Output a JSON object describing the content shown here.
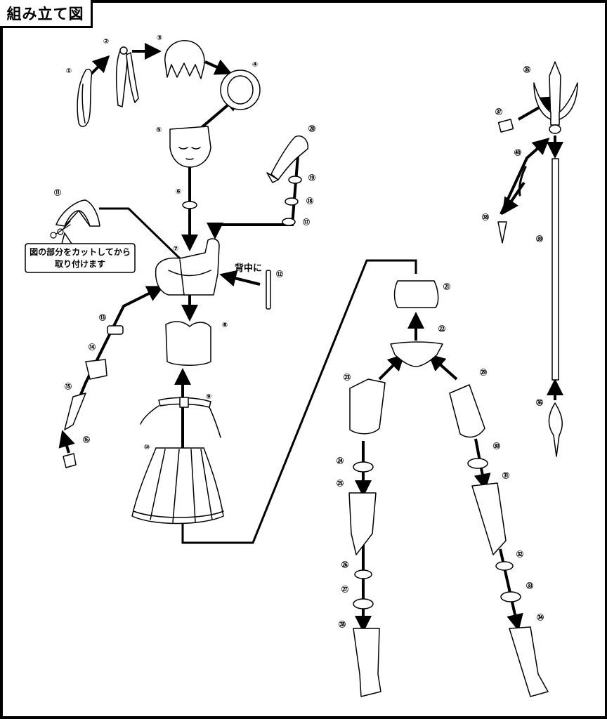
{
  "title": "組み立て図",
  "callout": {
    "line1": "図の部分をカットしてから",
    "line2": "取り付けます"
  },
  "back_label": "背中に",
  "part_numbers": {
    "p1": "①",
    "p2": "②",
    "p3": "③",
    "p4": "④",
    "p5": "⑤",
    "p6": "⑥",
    "p7": "⑦",
    "p8": "⑧",
    "p9": "⑨",
    "p10": "⑩",
    "p11": "⑪",
    "p12": "⑫",
    "p13": "⑬",
    "p14": "⑭",
    "p15": "⑮",
    "p16": "⑯",
    "p17": "⑰",
    "p18": "⑱",
    "p19": "⑲",
    "p20": "⑳",
    "p21": "㉑",
    "p22": "㉒",
    "p23": "㉓",
    "p24": "㉔",
    "p25": "㉕",
    "p26": "㉖",
    "p27": "㉗",
    "p28": "㉘",
    "p29": "㉙",
    "p30": "㉚",
    "p31": "㉛",
    "p32": "㉜",
    "p33": "㉝",
    "p34": "㉞",
    "p35": "㉟",
    "p36": "㊱",
    "p37": "㊲",
    "p38": "㊳",
    "p39": "㊴",
    "p40": "㊵"
  },
  "icons": {
    "scissors": "scissors-icon"
  }
}
